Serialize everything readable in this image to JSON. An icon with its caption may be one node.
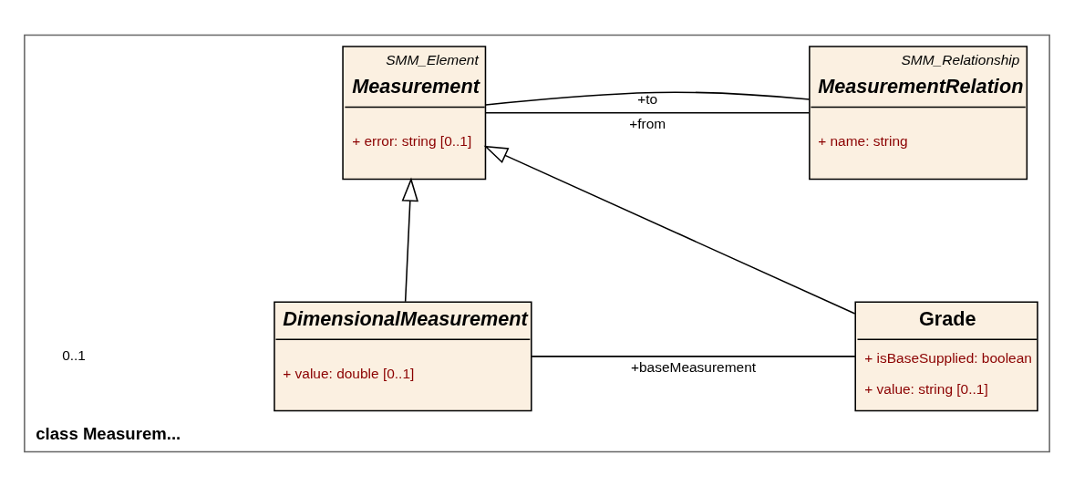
{
  "diagram": {
    "nodes": [
      {
        "text": [
          "class Measurem..."
        ]
      },
      {
        "text": [
          "SMM_Element",
          "Measurement",
          "+ error: string [0..1]"
        ],
        "in": 0
      },
      {
        "text": [
          "SMM_Relationship",
          "MeasurementRelation",
          "+ name: string"
        ],
        "in": 0
      },
      {
        "text": [
          "DimensionalMeasurement",
          "+ value: double [0..1]"
        ],
        "in": 0
      },
      {
        "text": [
          "Grade",
          "+ isBaseSupplied: boolean",
          "+ value: string [0..1]"
        ],
        "in": 0
      }
    ],
    "edges": [
      {
        "from": 1,
        "to": 2,
        "arrow": "none",
        "label": "+to"
      },
      {
        "from": 1,
        "to": 2,
        "arrow": "none",
        "label": "+from"
      },
      {
        "from": 3,
        "to": 1,
        "arrow": "to"
      },
      {
        "from": 4,
        "to": 1,
        "arrow": "to"
      },
      {
        "from": 3,
        "to": 4,
        "arrow": "none",
        "label": "+baseMeasurement"
      }
    ],
    "labels": [
      "0..1"
    ]
  }
}
